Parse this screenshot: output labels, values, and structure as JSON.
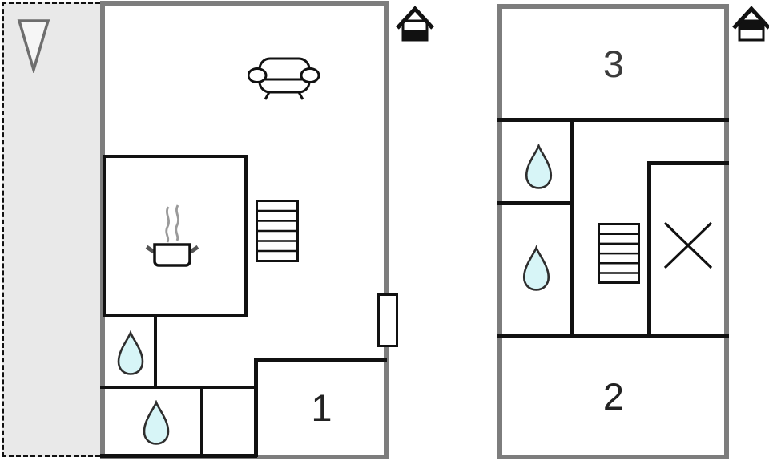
{
  "diagram": {
    "type": "house-floor-plan",
    "ground_floor": {
      "room1_label": "1",
      "features": [
        "terrace",
        "sofa",
        "kitchen-pot",
        "stairs",
        "two-water-drops",
        "door-window"
      ]
    },
    "upper_floor": {
      "room3_label": "3",
      "room2_label": "2",
      "features": [
        "two-water-drops",
        "stairs",
        "crossed-area"
      ]
    }
  },
  "icons": {
    "north_arrow": "triangle-down-arrow",
    "sofa": "sofa-icon",
    "stove": "pot-with-steam-icon",
    "stairs": "stairs-icon",
    "water_drop": "water-drop-icon",
    "door": "door-window-icon",
    "crossed_area": "x-mark-icon",
    "ground_floor_indicator": "house-lower-half-filled-icon",
    "upper_floor_indicator": "house-upper-half-filled-icon"
  },
  "colors": {
    "background": "#ffffff",
    "outer_wall": "#7d7d7d",
    "inner_wall": "#111111",
    "terrace_fill": "#e9e9e9",
    "terrace_border": "#111111",
    "drop_fill": "#d7f5f7",
    "drop_stroke": "#2e2e2e",
    "label_dark": "#222222",
    "label_gray": "#3b3b3b",
    "steam_gray": "#9a9a9a",
    "triangle_stroke": "#6e6e6e",
    "triangle_fill": "#f6f6f6"
  }
}
